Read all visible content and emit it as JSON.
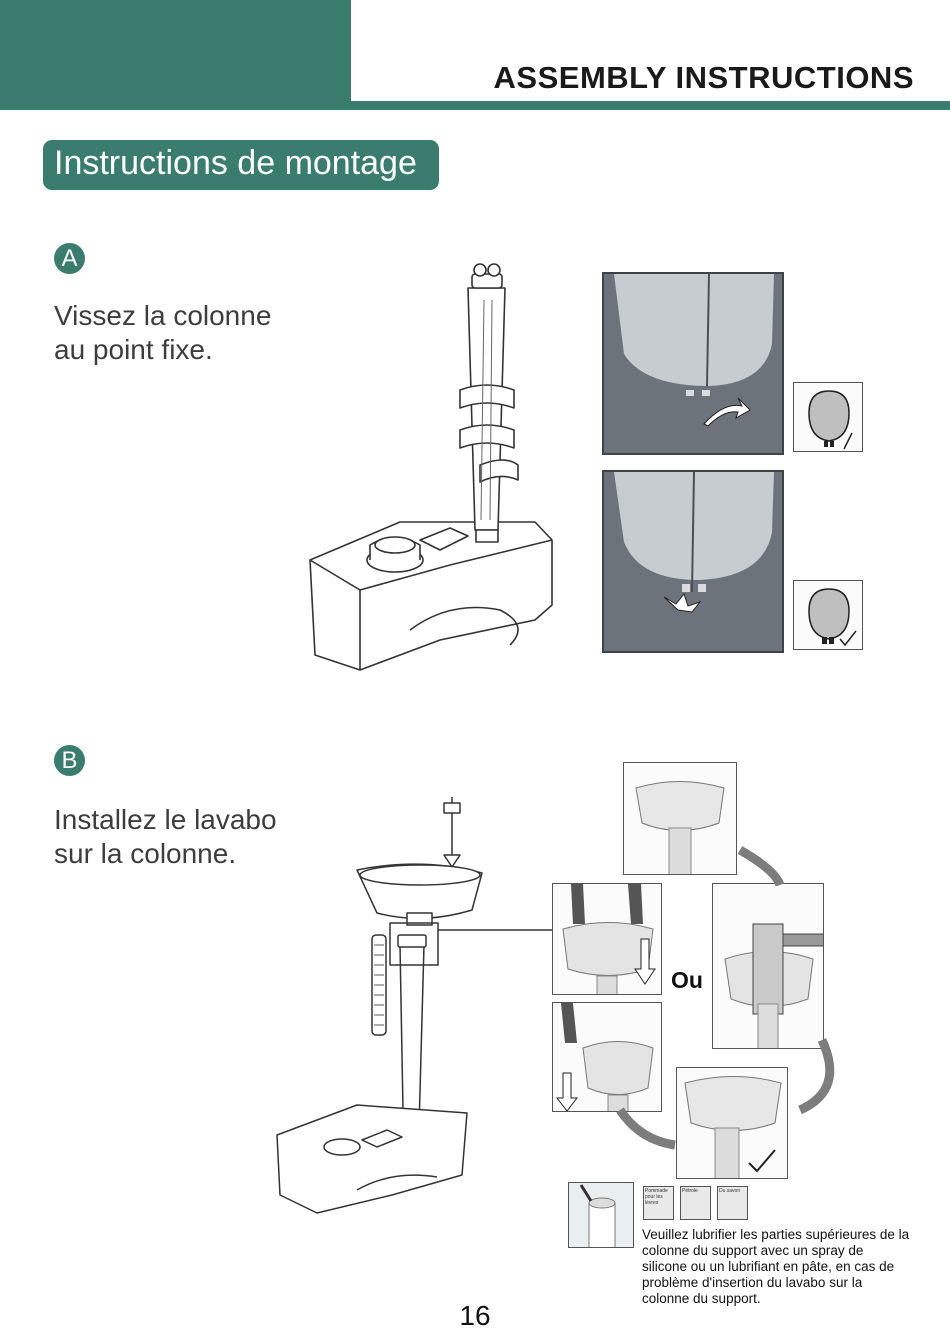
{
  "header": {
    "title": "ASSEMBLY INSTRUCTIONS"
  },
  "section": {
    "title": "Instructions de montage"
  },
  "step_a": {
    "badge": "A",
    "text_line1": "Vissez la colonne",
    "text_line2": "au point fixe."
  },
  "step_b": {
    "badge": "B",
    "text_line1": "Installez le lavabo",
    "text_line2": "sur la colonne.",
    "or_label": "Ou",
    "lube_tiles": [
      "Pommade pour les lèvres",
      "Pétrole",
      "Du savon"
    ],
    "lube_note": "Veuillez lubrifier les parties supérieures de la colonne du support avec un spray de silicone ou un lubrifiant en pâte, en cas de problème d'insertion du lavabo sur la colonne du support."
  },
  "page_number": "16",
  "colors": {
    "accent": "#3a7d6e",
    "photo": "#6c737b"
  }
}
